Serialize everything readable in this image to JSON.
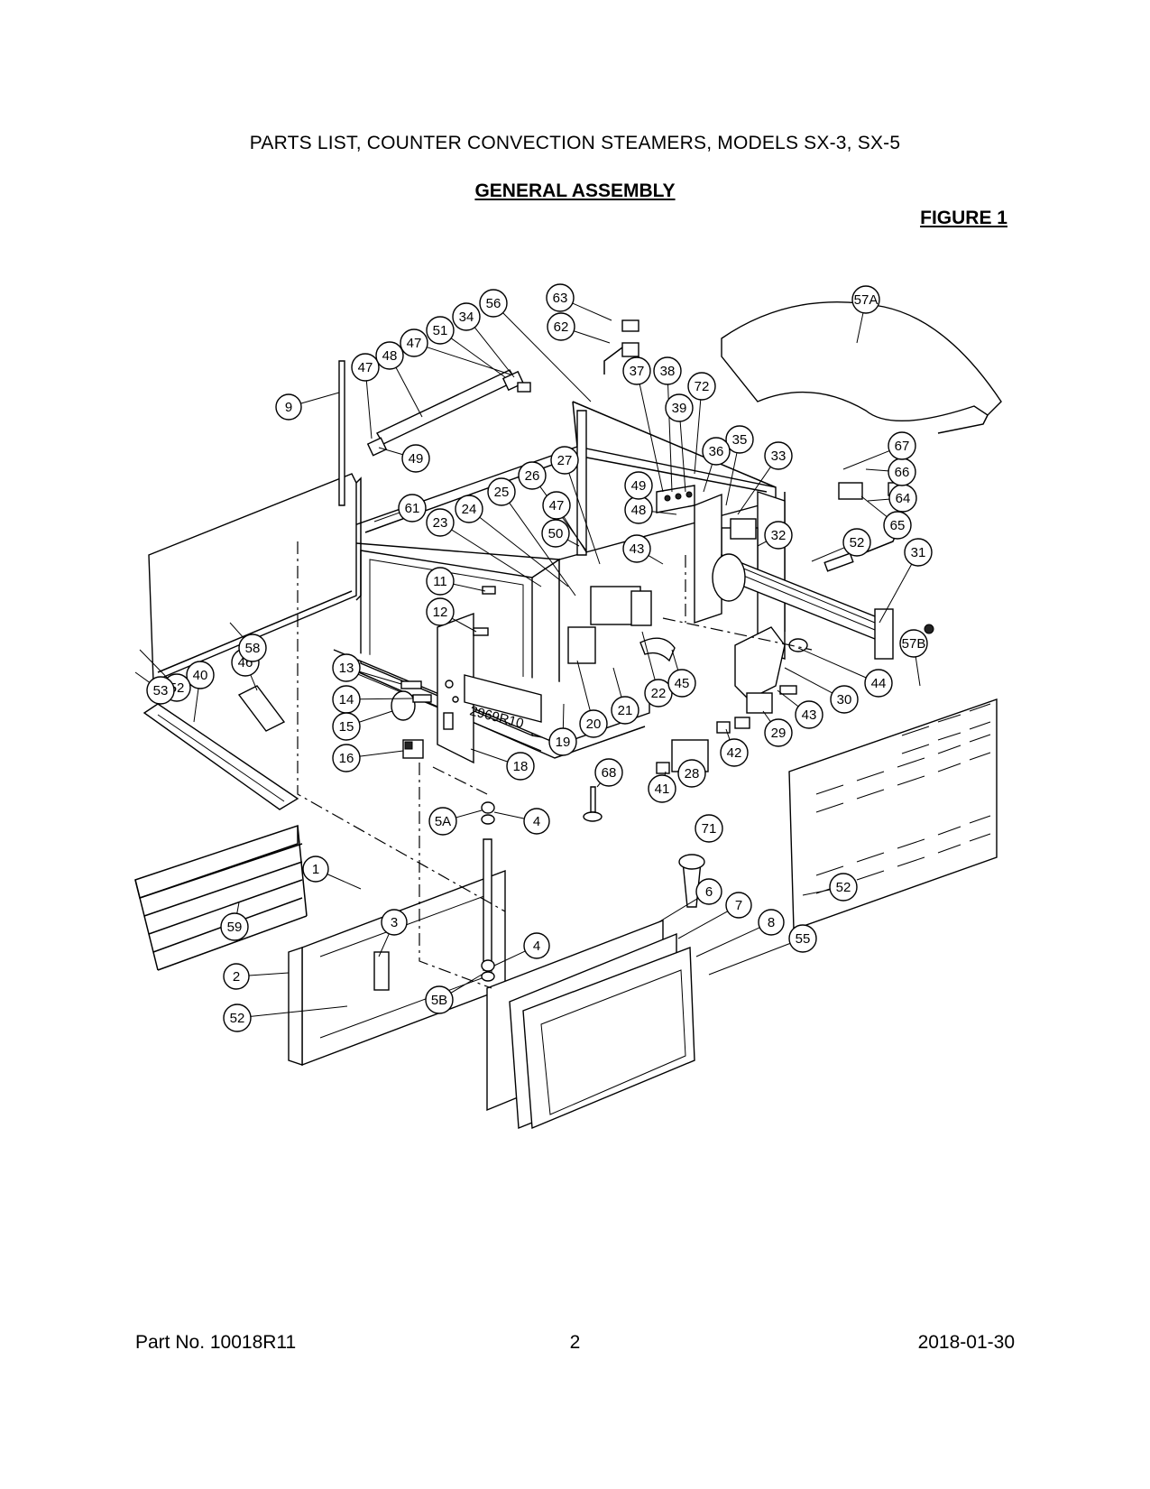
{
  "document": {
    "title": "PARTS LIST, COUNTER CONVECTION STEAMERS, MODELS SX-3, SX-5",
    "heading": "GENERAL ASSEMBLY",
    "figure_label": "FIGURE 1",
    "drawing_number": "2969R10"
  },
  "footer": {
    "part_number": "Part No. 10018R11",
    "page_number": "2",
    "date": "2018-01-30"
  },
  "diagram": {
    "callouts": [
      "1",
      "2",
      "3",
      "4",
      "4",
      "5A",
      "5B",
      "6",
      "7",
      "8",
      "9",
      "11",
      "12",
      "13",
      "14",
      "15",
      "16",
      "18",
      "19",
      "20",
      "21",
      "22",
      "23",
      "24",
      "25",
      "26",
      "27",
      "28",
      "29",
      "30",
      "31",
      "32",
      "33",
      "34",
      "35",
      "36",
      "37",
      "38",
      "39",
      "40",
      "41",
      "42",
      "43",
      "43",
      "44",
      "45",
      "46",
      "47",
      "47",
      "47",
      "48",
      "48",
      "49",
      "49",
      "50",
      "51",
      "52",
      "52",
      "52",
      "52",
      "53",
      "55",
      "56",
      "57A",
      "57B",
      "58",
      "59",
      "61",
      "62",
      "63",
      "64",
      "65",
      "66",
      "67",
      "68",
      "71",
      "72"
    ]
  }
}
